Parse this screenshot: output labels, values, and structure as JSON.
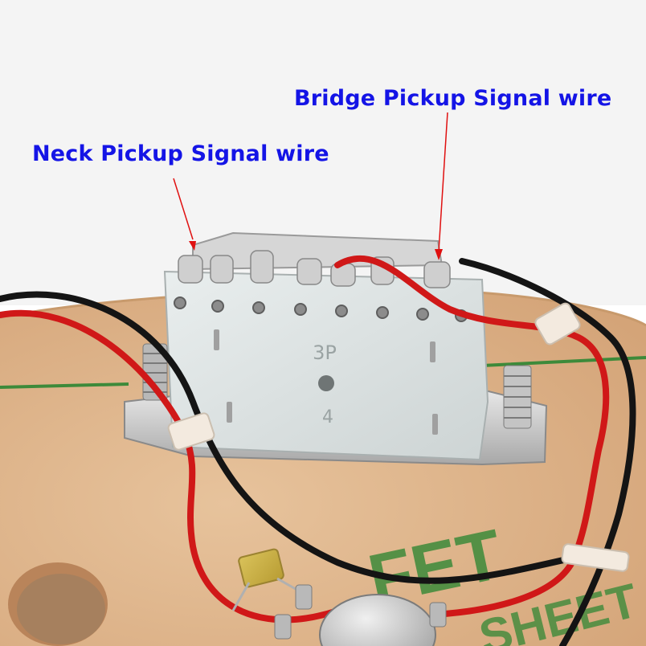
{
  "annotations": {
    "neck_label": "Neck Pickup Signal wire",
    "bridge_label": "Bridge Pickup Signal wire",
    "label_color": "#1414e6",
    "arrow_color": "#e01010"
  },
  "switch": {
    "model_text": "3P",
    "position_text": "4"
  },
  "backdrop": {
    "stamp_text_1": "FET",
    "stamp_text_2": "SHEET",
    "stamp_color": "#3d8a3a"
  },
  "colors": {
    "background": "#ffffff",
    "paper": "#e0b68c",
    "red_wire": "#d01818",
    "black_wire": "#141414",
    "board": "#dfe5e5"
  }
}
